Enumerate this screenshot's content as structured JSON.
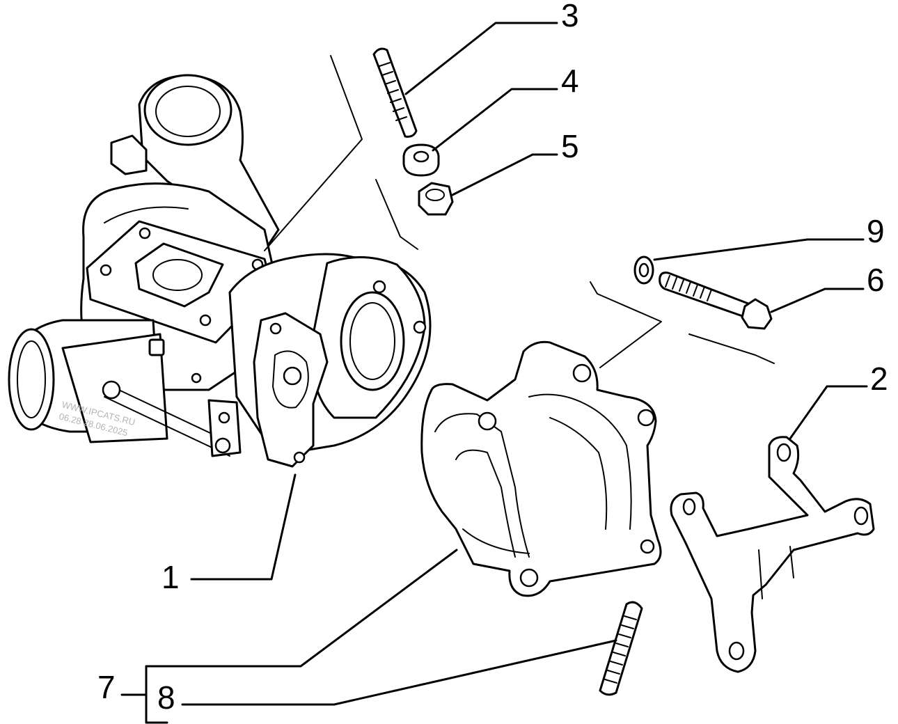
{
  "diagram": {
    "callouts": [
      {
        "id": "1",
        "label": "1"
      },
      {
        "id": "2",
        "label": "2"
      },
      {
        "id": "3",
        "label": "3"
      },
      {
        "id": "4",
        "label": "4"
      },
      {
        "id": "5",
        "label": "5"
      },
      {
        "id": "6",
        "label": "6"
      },
      {
        "id": "7",
        "label": "7"
      },
      {
        "id": "8",
        "label": "8"
      },
      {
        "id": "9",
        "label": "9"
      }
    ],
    "watermark": {
      "line1": "WWW.IPCATS.RU",
      "line2": "06.28 28.06.2025"
    }
  }
}
